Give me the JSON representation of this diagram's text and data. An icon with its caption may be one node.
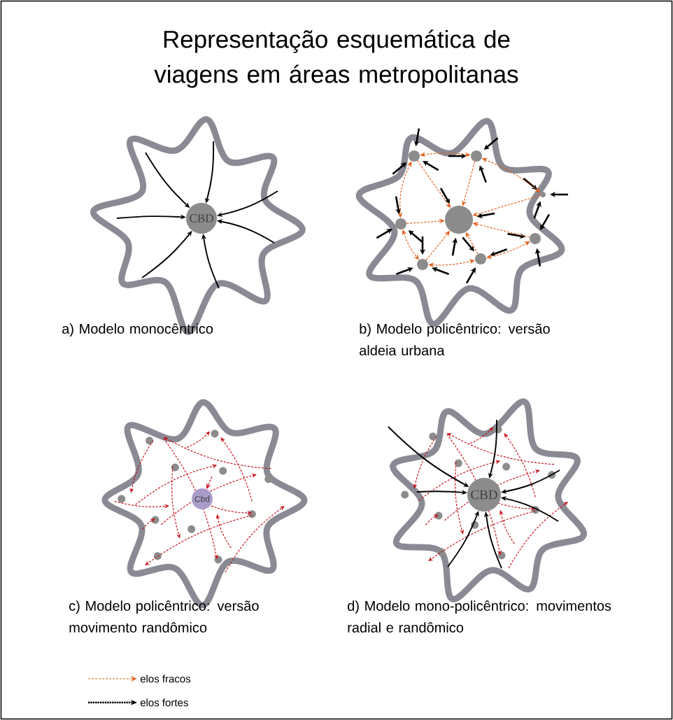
{
  "diagram": {
    "title": "Representação esquemática de viagens em áreas metropolitanas",
    "nodes": [
      {
        "text": [
          "CBD"
        ]
      },
      {
        "text": [],
        "shape": "circle"
      },
      {
        "text": [],
        "shape": "circle"
      },
      {
        "text": [],
        "shape": "circle"
      },
      {
        "text": [],
        "shape": "circle"
      },
      {
        "text": [],
        "shape": "circle"
      },
      {
        "text": [],
        "shape": "circle"
      },
      {
        "text": [],
        "shape": "circle"
      },
      {
        "text": [],
        "shape": "circle"
      },
      {
        "text": [
          "Cbd"
        ]
      },
      {
        "text": [
          "CBD"
        ]
      }
    ],
    "edges": [
      {
        "from": null,
        "to": 0,
        "arrow": "to"
      },
      {
        "from": null,
        "to": 0,
        "arrow": "to"
      },
      {
        "from": null,
        "to": 0,
        "arrow": "to"
      },
      {
        "from": null,
        "to": 0,
        "arrow": "to"
      },
      {
        "from": null,
        "to": 0,
        "arrow": "to"
      },
      {
        "from": null,
        "to": 0,
        "arrow": "to"
      },
      {
        "from": null,
        "to": 0,
        "arrow": "to"
      },
      {
        "from": 2,
        "to": 1,
        "arrow": "to",
        "style": "dashed",
        "color": "#e0601e"
      },
      {
        "from": 3,
        "to": 1,
        "arrow": "to",
        "style": "dashed",
        "color": "#e0601e"
      },
      {
        "from": 4,
        "to": 1,
        "arrow": "to",
        "style": "dashed",
        "color": "#e0601e"
      },
      {
        "from": 5,
        "to": 1,
        "arrow": "to",
        "style": "dashed",
        "color": "#e0601e"
      },
      {
        "from": 6,
        "to": 1,
        "arrow": "to",
        "style": "dashed",
        "color": "#e0601e"
      },
      {
        "from": 7,
        "to": 1,
        "arrow": "to",
        "style": "dashed",
        "color": "#e0601e"
      },
      {
        "from": 8,
        "to": 1,
        "arrow": "to",
        "style": "dashed",
        "color": "#e0601e"
      },
      {
        "from": 2,
        "to": 3,
        "arrow": "both",
        "style": "dashed",
        "color": "#e0601e"
      },
      {
        "from": 3,
        "to": 4,
        "arrow": "both",
        "style": "dashed",
        "color": "#e0601e"
      },
      {
        "from": 2,
        "to": 5,
        "arrow": "both",
        "style": "dashed",
        "color": "#e0601e"
      },
      {
        "from": 5,
        "to": 8,
        "arrow": "both",
        "style": "dashed",
        "color": "#e0601e"
      },
      {
        "from": 8,
        "to": 7,
        "arrow": "both",
        "style": "dashed",
        "color": "#e0601e"
      },
      {
        "from": 7,
        "to": 6,
        "arrow": "both",
        "style": "dashed",
        "color": "#e0601e"
      },
      {
        "from": null,
        "to": 9,
        "arrow": "to",
        "style": "dashed",
        "color": "#c8141e"
      },
      {
        "from": null,
        "to": 10,
        "arrow": "to"
      },
      {
        "from": null,
        "to": 10,
        "arrow": "to"
      },
      {
        "from": null,
        "to": 10,
        "arrow": "to"
      },
      {
        "from": null,
        "to": 10,
        "arrow": "to"
      },
      {
        "from": null,
        "to": 10,
        "arrow": "to"
      },
      {
        "from": null,
        "to": 10,
        "arrow": "to"
      },
      {
        "from": null,
        "to": 10,
        "arrow": "to"
      }
    ],
    "labels": [
      "a) Modelo monocêntrico",
      "b) Modelo policêntrico: versão aldeia urbana",
      "c) Modelo policêntrico: versão movimento randômico",
      "d) Modelo mono-policêntrico: movimentos radial e randômico"
    ],
    "legend": [
      {
        "text": "elos fracos"
      },
      {
        "text": "elos fortes"
      }
    ]
  }
}
